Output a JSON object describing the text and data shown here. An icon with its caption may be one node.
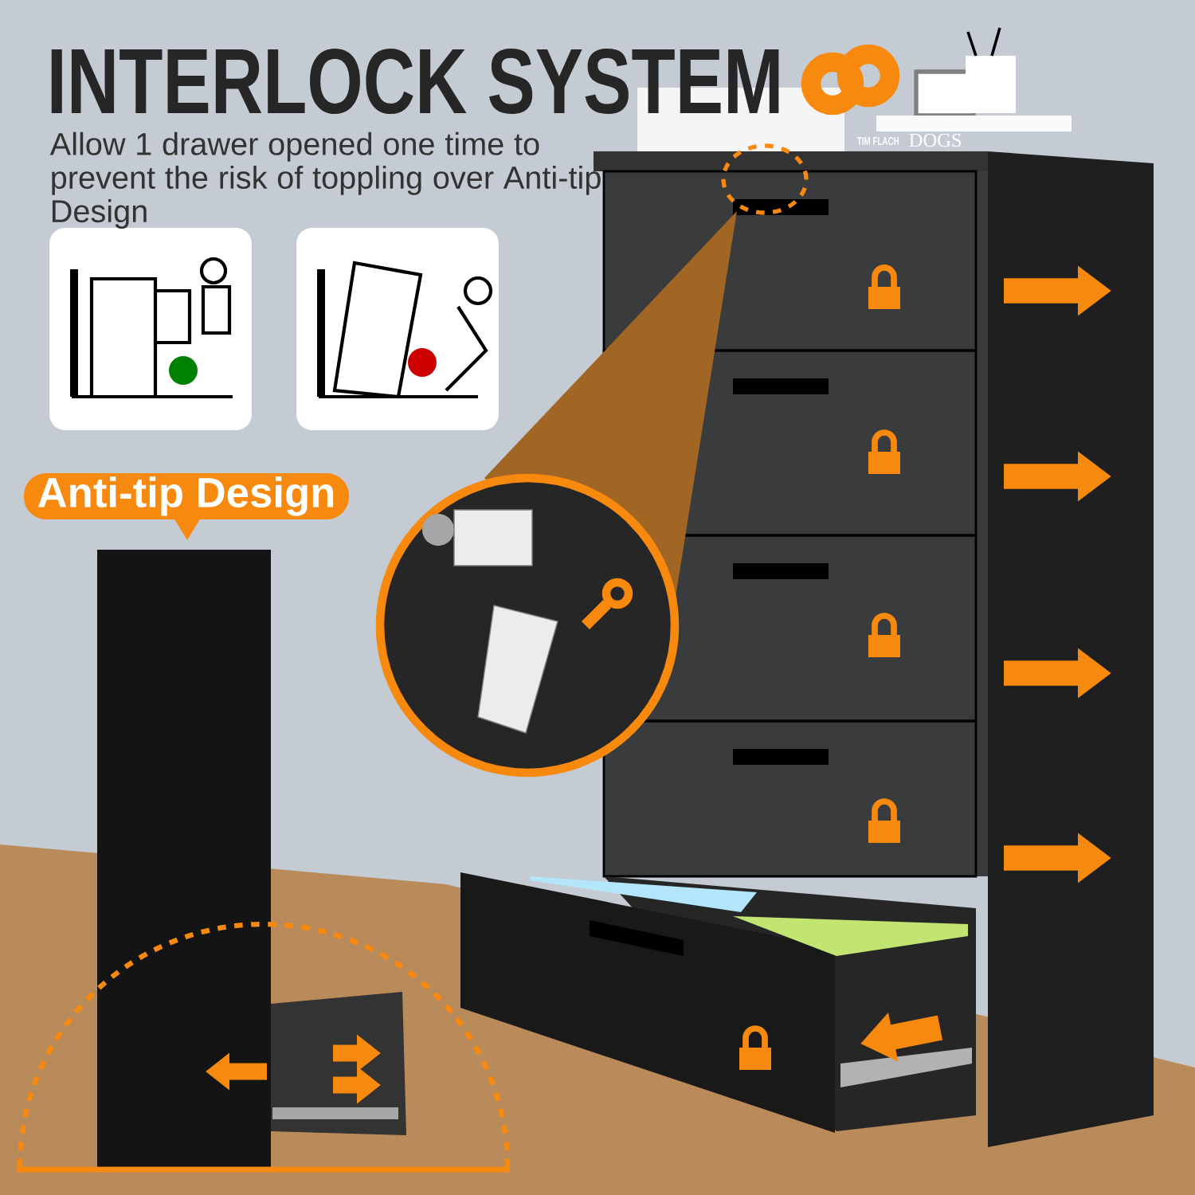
{
  "diagram": {
    "title": "INTERLOCK SYSTEM",
    "nodes": [
      {
        "text": [
          "Anti-tip Design"
        ]
      }
    ],
    "labels": [
      "Allow 1 drawer opened one time to prevent the risk of toppling over Anti-tip Design",
      "TIM FLACH",
      "DOGS"
    ]
  }
}
